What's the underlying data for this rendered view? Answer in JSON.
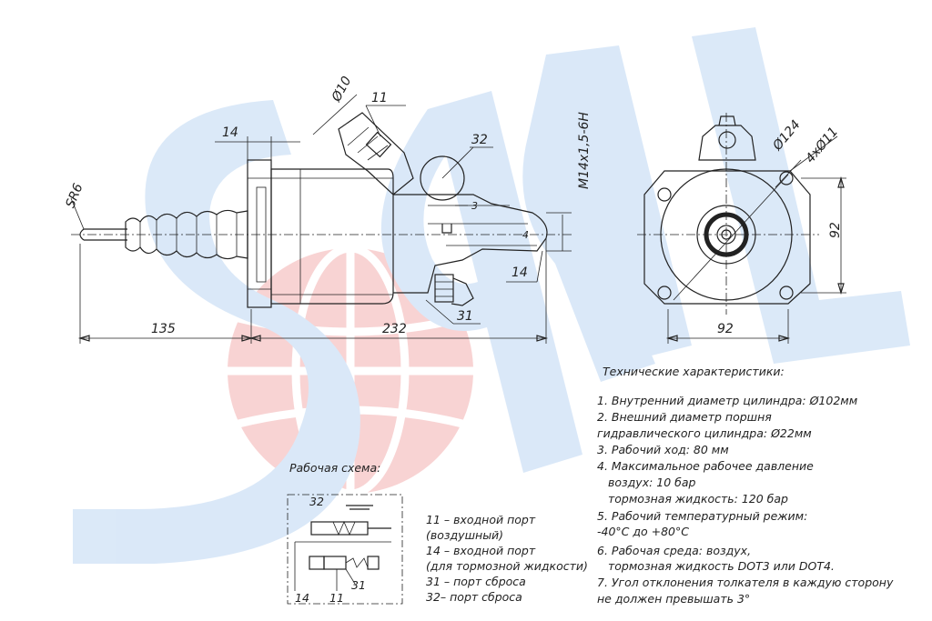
{
  "colors": {
    "watermark_blue": "#5d9be0",
    "watermark_red": "#e23b3b",
    "ink": "#222222"
  },
  "dimensions": {
    "d10": "Ø10",
    "d124": "Ø124",
    "holes": "4xØ11",
    "thread": "M14x1,5-6H",
    "sr": "SR6",
    "len135": "135",
    "len232": "232",
    "len14": "14",
    "side92v": "92",
    "side92h": "92"
  },
  "ports": {
    "p11": "11",
    "p32": "32",
    "p3": "3",
    "p4": "4",
    "p14": "14",
    "p31": "31"
  },
  "scheme": {
    "title": "Рабочая схема:",
    "labels": {
      "l32": "32",
      "l14": "14",
      "l11": "11",
      "l31": "31"
    },
    "legend": [
      "11 – входной порт",
      "(воздушный)",
      "14 – входной порт",
      "(для тормозной жидкости)",
      "31 – порт сброса",
      "32– порт сброса"
    ]
  },
  "specs": {
    "title": "Технические характеристики:",
    "lines": [
      "1. Внутренний диаметр цилиндра: Ø102мм",
      "2. Внешний диаметр поршня",
      "гидравлического цилиндра: Ø22мм",
      "3. Рабочий ход: 80 мм",
      "4. Максимальное рабочее давление",
      "воздух: 10 бар",
      "тормозная жидкость: 120 бар",
      "5. Рабочий температурный режим:",
      "-40°С до +80°С",
      "6. Рабочая среда: воздух,",
      "тормозная жидкость DOT3 или DOT4.",
      "7. Угол отклонения толкателя в каждую сторону",
      "не должен превышать 3°"
    ]
  }
}
